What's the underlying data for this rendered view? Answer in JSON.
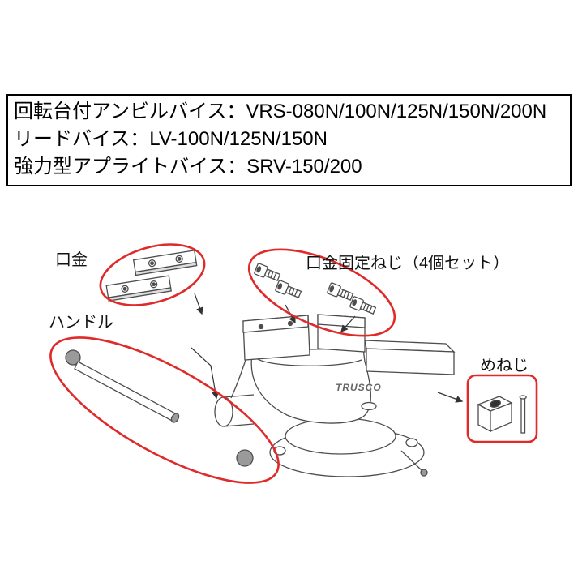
{
  "page": {
    "background": "#ffffff"
  },
  "spec_box": {
    "lines": [
      "回転台付アンビルバイス：VRS-080N/100N/125N/150N/200N",
      "リードバイス：LV-100N/125N/150N",
      "強力型アプライトバイス：SRV-150/200"
    ]
  },
  "diagram": {
    "brand": "TRUSCO",
    "labels": {
      "jaw_plates": "口金",
      "jaw_screws": "口金固定ねじ（4個セット）",
      "handle": "ハンドル",
      "female_screw": "めねじ"
    },
    "colors": {
      "highlight_red": "#e02a2a",
      "line_art": "#4d4d4d",
      "text": "#111111"
    }
  }
}
